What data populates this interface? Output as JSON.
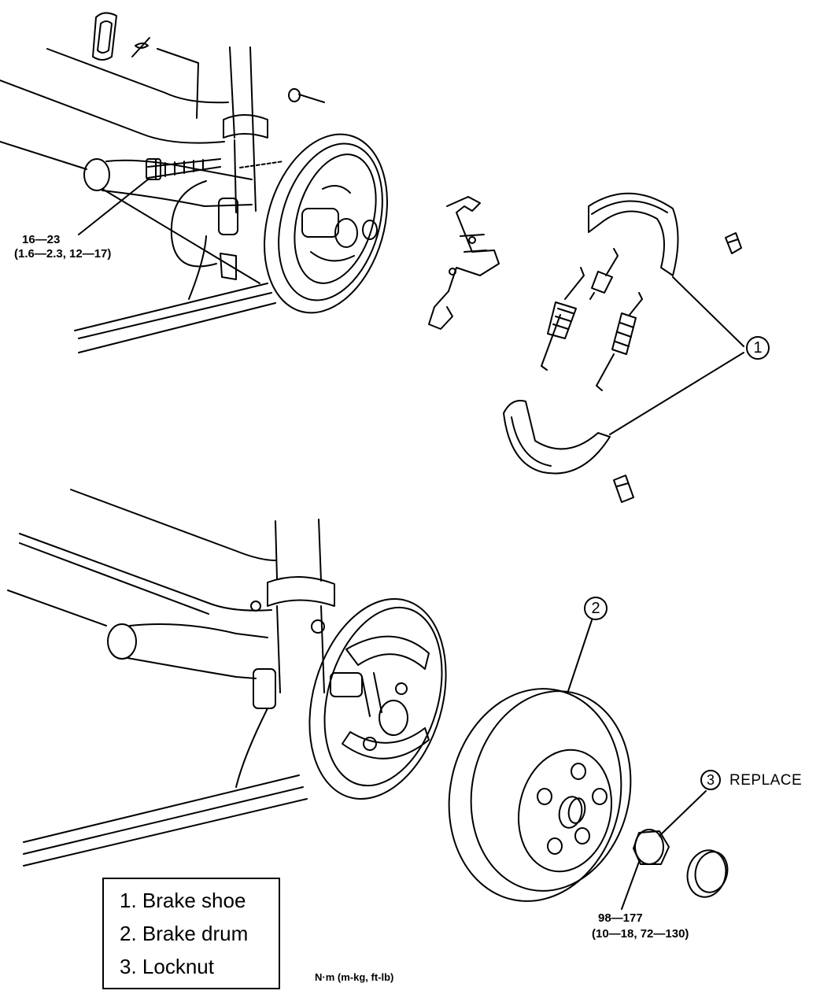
{
  "torque_upper": {
    "nm": "16—23",
    "alt": "(1.6—2.3, 12—17)"
  },
  "torque_lower": {
    "nm": "98—177",
    "alt": "(10—18, 72—130)"
  },
  "callouts": {
    "c1": "1",
    "c2": "2",
    "c3": "3",
    "replace": "REPLACE"
  },
  "legend": {
    "items": [
      "1. Brake shoe",
      "2. Brake drum",
      "3. Locknut"
    ]
  },
  "units": "N·m (m-kg, ft-lb)"
}
